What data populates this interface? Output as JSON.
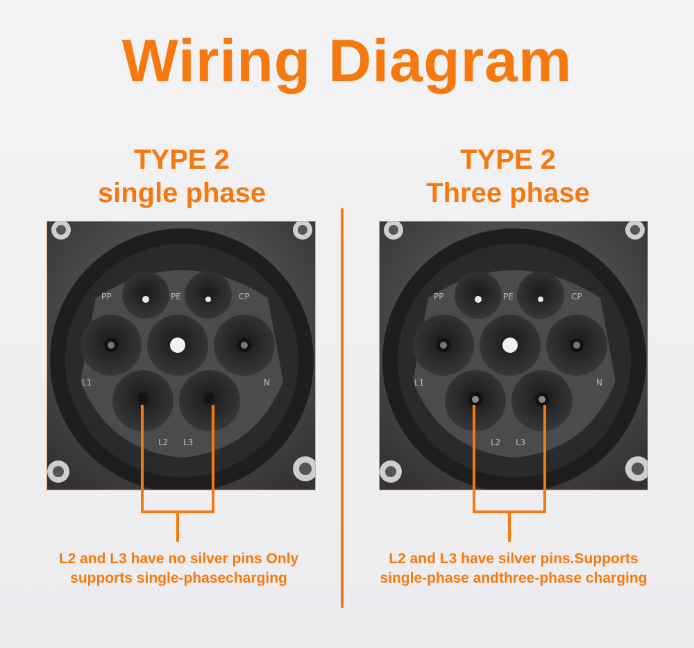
{
  "title": "Wiring Diagram",
  "accent_color": "#f5790f",
  "left": {
    "heading_line1": "TYPE 2",
    "heading_line2": "single phase",
    "pins": {
      "pp": "PP",
      "pe": "PE",
      "cp": "CP",
      "l1": "L1",
      "n": "N",
      "l2": "L2",
      "l3": "L3"
    },
    "l2_l3_silver_pins": false,
    "caption_line1": "L2 and L3 have no silver pins Only",
    "caption_line2": "supports single-phasecharging"
  },
  "right": {
    "heading_line1": "TYPE 2",
    "heading_line2": "Three phase",
    "pins": {
      "pp": "PP",
      "pe": "PE",
      "cp": "CP",
      "l1": "L1",
      "n": "N",
      "l2": "L2",
      "l3": "L3"
    },
    "l2_l3_silver_pins": true,
    "caption_line1": "L2 and L3 have silver pins.Supports",
    "caption_line2": "single-phase andthree-phase charging"
  }
}
